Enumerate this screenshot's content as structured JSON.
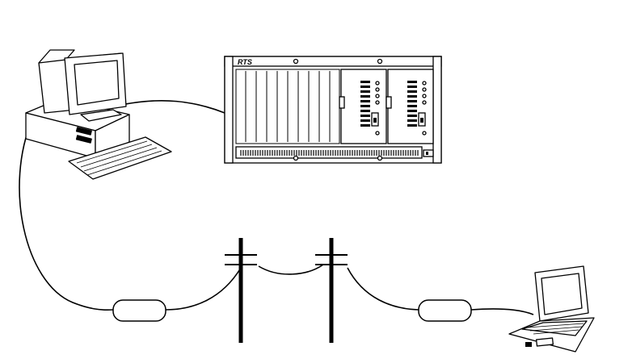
{
  "diagram": {
    "rack": {
      "logo": "RTS"
    },
    "nodes": [
      {
        "id": "desktop-pc",
        "kind": "desktop computer"
      },
      {
        "id": "intercom-frame",
        "kind": "rack-mount frame"
      },
      {
        "id": "modem-left",
        "kind": "modem"
      },
      {
        "id": "pole-left",
        "kind": "telephone pole"
      },
      {
        "id": "pole-right",
        "kind": "telephone pole"
      },
      {
        "id": "modem-right",
        "kind": "modem"
      },
      {
        "id": "laptop",
        "kind": "laptop computer"
      }
    ],
    "colors": {
      "line": "#000000",
      "fill": "#ffffff",
      "shade": "#cccccc"
    }
  }
}
